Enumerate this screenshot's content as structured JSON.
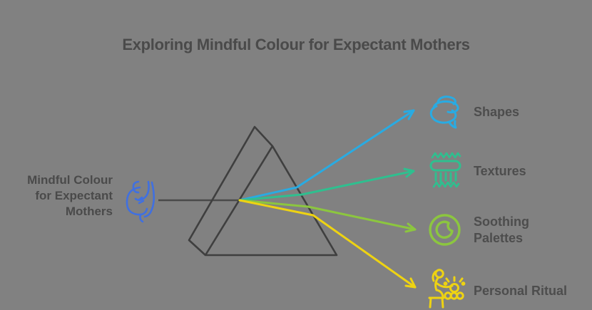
{
  "title": "Exploring Mindful Colour for Expectant Mothers",
  "source": {
    "label": "Mindful Colour\nfor Expectant\nMothers",
    "icon": "pregnant-mother-icon",
    "color": "#4070e0"
  },
  "prism": {
    "shape": "triangular-prism",
    "outline_color": "#3f3f3f",
    "input_line_color": "#4a4a4a"
  },
  "branches": [
    {
      "label": "Shapes",
      "icon": "shapes-icon",
      "color": "#29abe2"
    },
    {
      "label": "Textures",
      "icon": "textures-icon",
      "color": "#2fbf8f"
    },
    {
      "label": "Soothing\nPalettes",
      "icon": "soothing-palette-icon",
      "color": "#8cc63f"
    },
    {
      "label": "Personal Ritual",
      "icon": "personal-ritual-icon",
      "color": "#eed312"
    }
  ],
  "colors": {
    "background": "#818181",
    "text": "#4a4a4a"
  }
}
